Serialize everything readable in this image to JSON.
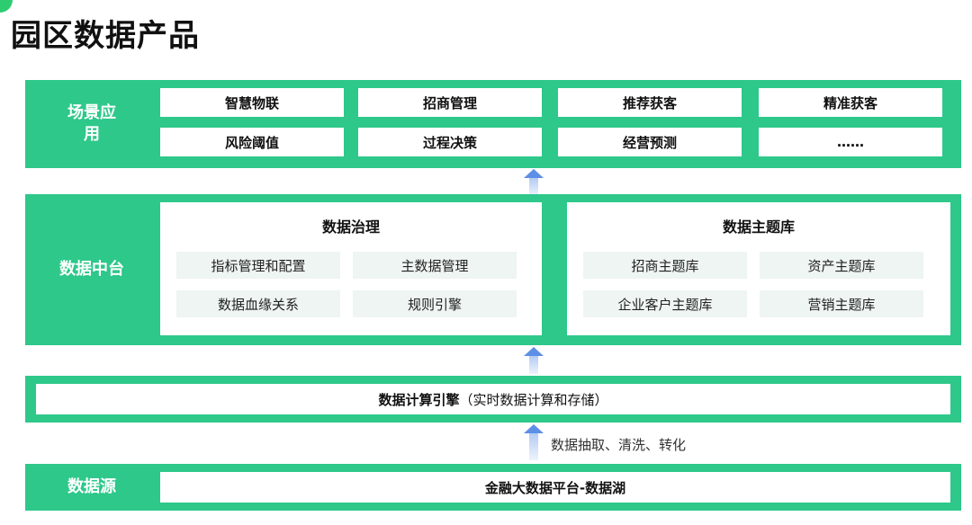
{
  "page": {
    "title": "园区数据产品"
  },
  "scenario": {
    "label": "场景应用",
    "items": [
      "智慧物联",
      "招商管理",
      "推荐获客",
      "精准获客",
      "风险阈值",
      "过程决策",
      "经营预测",
      "……"
    ]
  },
  "middle": {
    "label": "数据中台",
    "governance": {
      "title": "数据治理",
      "items": [
        "指标管理和配置",
        "主数据管理",
        "数据血缘关系",
        "规则引擎"
      ]
    },
    "topics": {
      "title": "数据主题库",
      "items": [
        "招商主题库",
        "资产主题库",
        "企业客户主题库",
        "营销主题库"
      ]
    }
  },
  "engine": {
    "label": "数据计算引擎",
    "note": "（实时数据计算和存储）"
  },
  "flow_note": "数据抽取、清洗、转化",
  "source": {
    "label": "数据源",
    "value": "金融大数据平台-数据湖"
  },
  "colors": {
    "band": "#2ec88a",
    "sub_cell": "#eef5f2",
    "arrow": "#5d8fe6"
  }
}
